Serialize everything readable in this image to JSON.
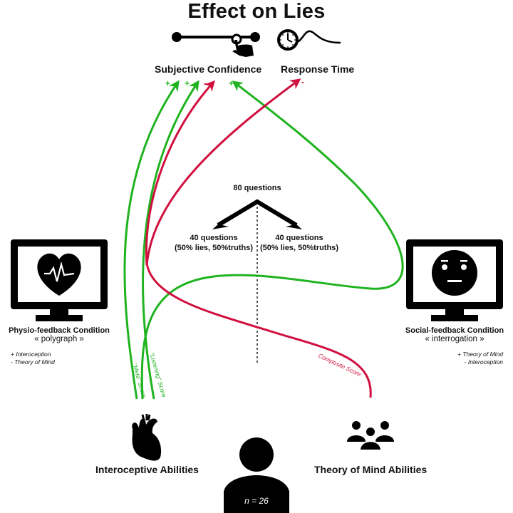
{
  "title": "Effect on Lies",
  "outcomes": {
    "subjective_confidence": {
      "label": "Subjective Confidence",
      "icon": "slider-hand-icon"
    },
    "response_time": {
      "label": "Response Time",
      "icon": "clock-wave-icon"
    }
  },
  "effect_signs": {
    "meta_to_confidence": "+",
    "listening_to_confidence": "+",
    "composite_to_confidence": "-",
    "tom_to_confidence": "+",
    "composite_to_response_time": "-"
  },
  "questions": {
    "total": "80 questions",
    "left": {
      "count": "40 questions",
      "split": "(50% lies, 50%truths)"
    },
    "right": {
      "count": "40 questions",
      "split": "(50% lies, 50%truths)"
    }
  },
  "conditions": {
    "physio": {
      "title": "Physio-feedback Condition",
      "subtitle": "« polygraph »",
      "notes": [
        "+ Interoception",
        "- Theory of Mind"
      ],
      "icon": "monitor-heart-icon"
    },
    "social": {
      "title": "Social-feedback Condition",
      "subtitle": "« interrogation »",
      "notes": [
        "+ Theory of Mind",
        "- Interoception"
      ],
      "icon": "monitor-face-icon"
    }
  },
  "path_labels": {
    "meta": "\"Meta\" Score",
    "listening": "\"Listening\" Score",
    "composite": "Composite Score"
  },
  "abilities": {
    "interoceptive": {
      "label": "Interoceptive Abilities",
      "icon": "anatomical-heart-icon"
    },
    "tom": {
      "label": "Theory of Mind Abilities",
      "icon": "group-people-icon"
    }
  },
  "participants": {
    "label": "n = 26",
    "icon": "person-icon"
  },
  "colors": {
    "positive": "#1fb31f",
    "negative": "#d0103f",
    "ink": "#111111"
  }
}
